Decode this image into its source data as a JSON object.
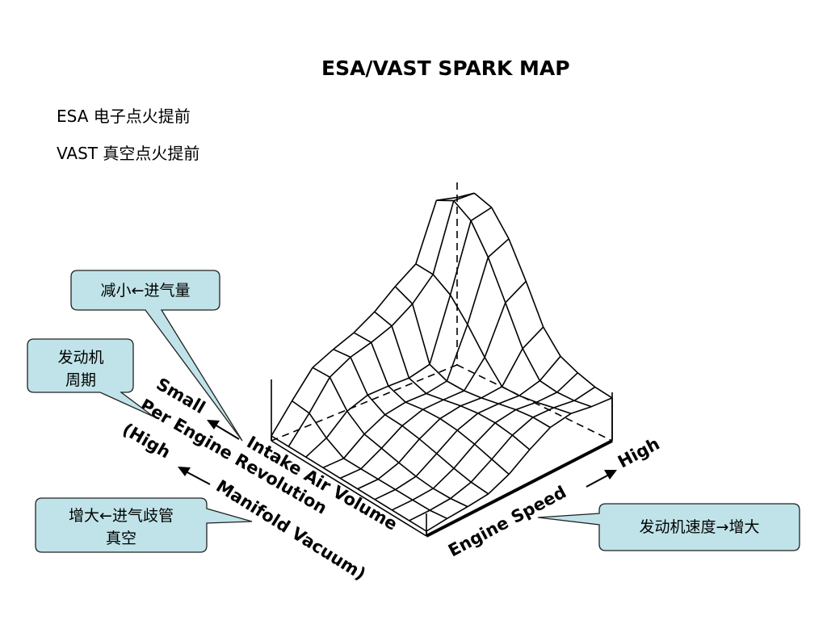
{
  "slide": {
    "title": "ESA/VAST SPARK MAP",
    "intro_line1": "ESA 电子点火提前",
    "intro_line2": "VAST 真空点火提前"
  },
  "axes": {
    "left_top": "Small",
    "left_label1": "Per Engine Revolution",
    "left_label2": "(High",
    "intake": "Intake Air Volume",
    "manifold": "Manifold Vacuum)",
    "speed": "Engine Speed",
    "high": "High"
  },
  "callouts": {
    "reduce_air": "减小←进气量",
    "cycle_line1": "发动机",
    "cycle_line2": "周期",
    "vacuum_line1": "增大←进气歧管",
    "vacuum_line2": "真空",
    "speed_up": "发动机速度→增大"
  },
  "colors": {
    "callout_fill": "#bfe3e8",
    "callout_stroke": "#222222",
    "line": "#000000"
  },
  "icons": [
    "arrow-left-icon",
    "arrow-right-icon"
  ]
}
